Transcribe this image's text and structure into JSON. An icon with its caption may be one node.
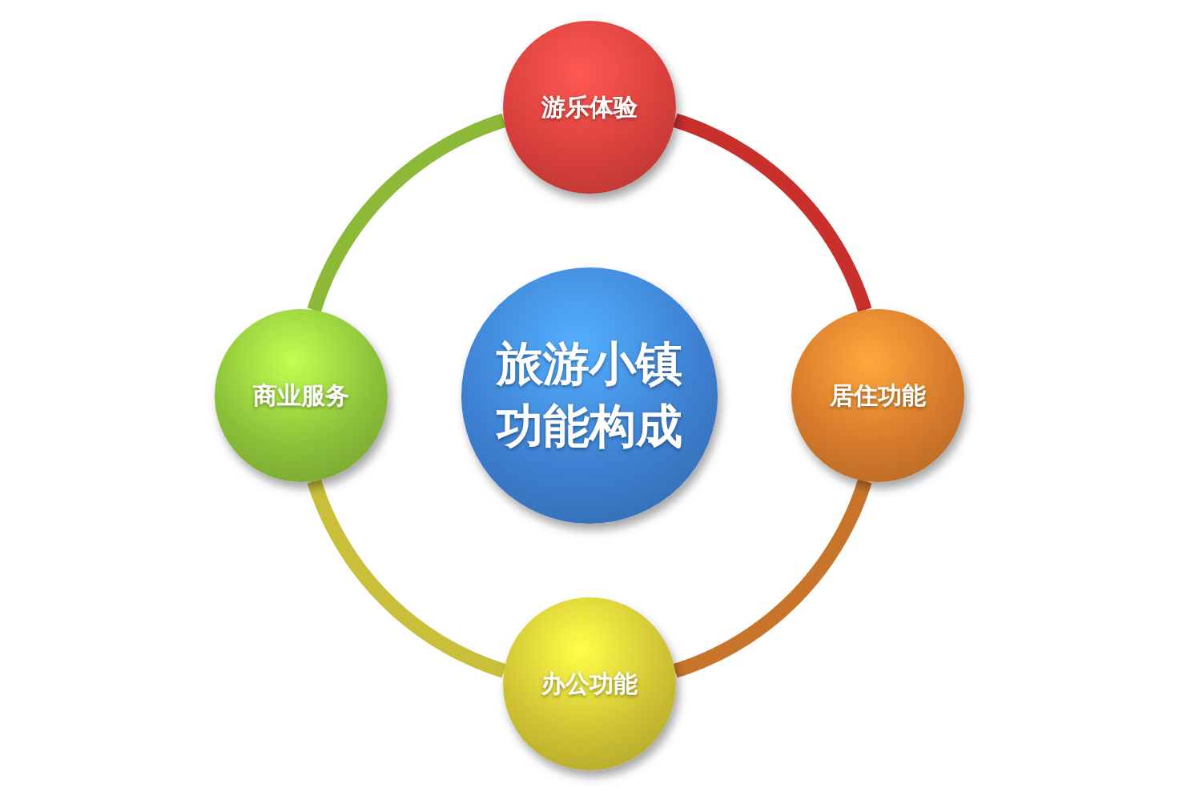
{
  "diagram": {
    "nodes": [
      {
        "text": [
          "游乐体验"
        ]
      },
      {
        "text": [
          "商业服务"
        ]
      },
      {
        "text": [
          "旅游小镇功能构成"
        ]
      },
      {
        "text": [
          "居住功能"
        ]
      },
      {
        "text": [
          "办公功能"
        ]
      }
    ],
    "edges": [
      {
        "from": 0,
        "to": 3,
        "arrow": "none",
        "color": "#c9302c"
      },
      {
        "from": 3,
        "to": 4,
        "arrow": "none",
        "color": "#c8742a"
      },
      {
        "from": 4,
        "to": 1,
        "arrow": "none",
        "color": "#c9bf3a"
      },
      {
        "from": 1,
        "to": 0,
        "arrow": "none",
        "color": "#8cba38"
      }
    ]
  }
}
